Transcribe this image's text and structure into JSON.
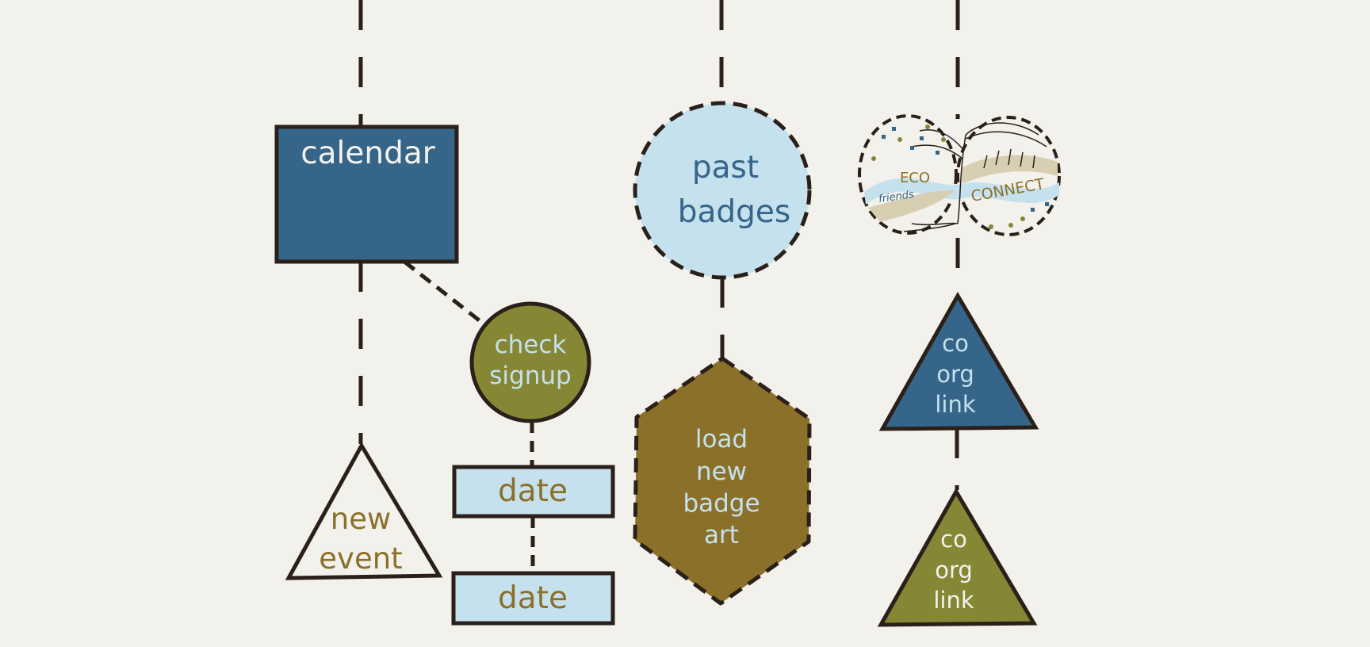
{
  "colors": {
    "background": "#f2f1ec",
    "stroke": "#2b2019",
    "blue": "#356588",
    "light_blue": "#c5e1ee",
    "olive": "#858734",
    "brown": "#8b7029",
    "light_text": "#c5e1ee",
    "white_text": "#f4f2ee"
  },
  "nodes": {
    "calendar": {
      "line1": "calendar"
    },
    "check_signup": {
      "line1": "check",
      "line2": "signup"
    },
    "new_event": {
      "line1": "new",
      "line2": "event"
    },
    "date_1": {
      "line1": "date"
    },
    "date_2": {
      "line1": "date"
    },
    "past_badges": {
      "line1": "past",
      "line2": "badges"
    },
    "load_badge": {
      "line1": "load",
      "line2": "new",
      "line3": "badge",
      "line4": "art"
    },
    "logo": {
      "word_eco": "ECO",
      "word_friends": "friends",
      "word_connect": "CONNECT",
      "icon": "eco-connect-tree-logo"
    },
    "co_org_link_1": {
      "line1": "co",
      "line2": "org",
      "line3": "link"
    },
    "co_org_link_2": {
      "line1": "co",
      "line2": "org",
      "line3": "link"
    }
  }
}
